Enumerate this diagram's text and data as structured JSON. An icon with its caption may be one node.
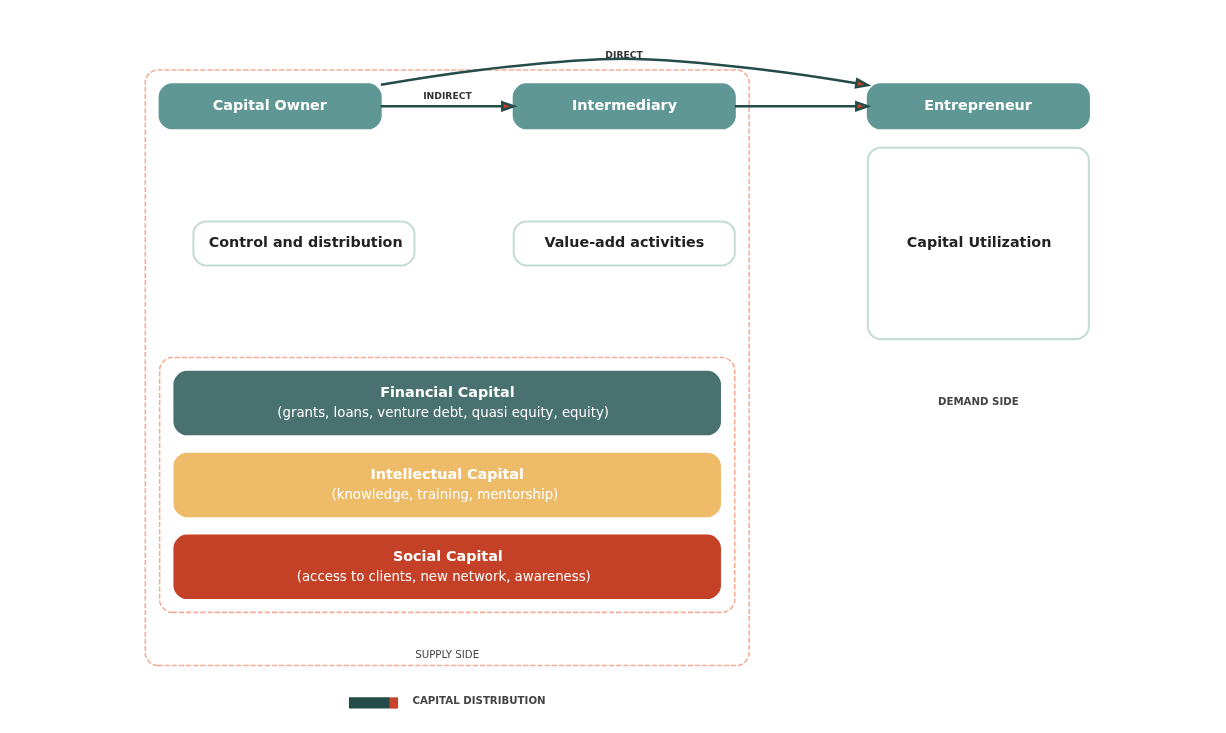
{
  "diagram": {
    "nodes": [
      {
        "text": [
          "SUPPLY SIDE"
        ]
      },
      {
        "text": [
          "Capital Owner"
        ],
        "in": 0
      },
      {
        "text": [
          "Intermediary"
        ],
        "in": 0
      },
      {
        "text": [
          "Control and distribution"
        ],
        "in": 0
      },
      {
        "text": [
          "Value-add activities"
        ],
        "in": 0
      },
      {
        "text": [],
        "shape": "box",
        "in": 0
      },
      {
        "text": [
          "Financial Capital",
          "(grants, loans, venture debt, quasi equity, equity)"
        ],
        "in": 5
      },
      {
        "text": [
          "Intellectual Capital",
          "(knowledge, training, mentorship)"
        ],
        "in": 5
      },
      {
        "text": [
          "Social Capital",
          "(access to clients, new network, awareness)"
        ],
        "in": 5
      },
      {
        "text": [
          "Entrepreneur"
        ]
      },
      {
        "text": [
          "Capital Utilization"
        ]
      }
    ],
    "edges": [
      {
        "from": 1,
        "to": 9,
        "arrow": "to",
        "label": "DIRECT"
      },
      {
        "from": 1,
        "to": 2,
        "arrow": "to",
        "label": "INDIRECT"
      },
      {
        "from": 2,
        "to": 9,
        "arrow": "to"
      }
    ],
    "labels": [
      "DEMAND SIDE"
    ],
    "legend": [
      {
        "text": "CAPITAL DISTRIBUTION"
      }
    ]
  }
}
